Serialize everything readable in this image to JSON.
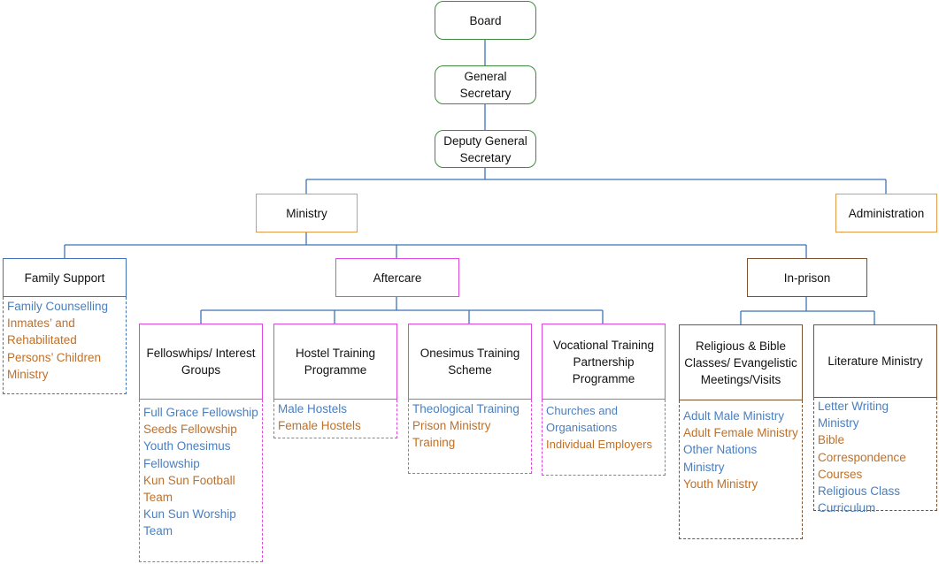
{
  "nodes": {
    "board": "Board",
    "general_secretary": "General Secretary",
    "deputy_general_secretary": "Deputy General Secretary",
    "ministry": "Ministry",
    "administration": "Administration",
    "family_support": "Family Support",
    "aftercare": "Aftercare",
    "in_prison": "In-prison",
    "fellowships": "Felloswhips/ Interest Groups",
    "hostel_training": "Hostel Training Programme",
    "onesimus_training": "Onesimus Training Scheme",
    "vocational_training": "Vocational Training Partnership Programme",
    "religious_bible": "Religious & Bible Classes/ Evangelistic Meetings/Visits",
    "literature_ministry": "Literature Ministry"
  },
  "lists": {
    "family_support": [
      {
        "text": "Family Counselling",
        "color": "blue"
      },
      {
        "text": "Inmates’ and Rehabilitated Persons’ Children Ministry",
        "color": "orange"
      }
    ],
    "fellowships": [
      {
        "text": "Full Grace Fellowship",
        "color": "blue"
      },
      {
        "text": "Seeds Fellowship",
        "color": "orange"
      },
      {
        "text": "Youth Onesimus Fellowship",
        "color": "blue"
      },
      {
        "text": "Kun Sun Football Team",
        "color": "orange"
      },
      {
        "text": "Kun Sun Worship Team",
        "color": "blue"
      }
    ],
    "hostel_training": [
      {
        "text": "Male Hostels",
        "color": "blue"
      },
      {
        "text": "Female Hostels",
        "color": "orange"
      }
    ],
    "onesimus_training": [
      {
        "text": "Theological Training",
        "color": "blue"
      },
      {
        "text": "Prison Ministry Training",
        "color": "orange"
      }
    ],
    "vocational_training": [
      {
        "text": "Churches and Organisations",
        "color": "blue"
      },
      {
        "text": "Individual Employers",
        "color": "orange"
      }
    ],
    "religious_bible": [
      {
        "text": "Adult Male Ministry",
        "color": "blue"
      },
      {
        "text": "Adult Female Ministry",
        "color": "orange"
      },
      {
        "text": "Other Nations Ministry",
        "color": "blue"
      },
      {
        "text": "Youth Ministry",
        "color": "orange"
      }
    ],
    "literature_ministry": [
      {
        "text": "Letter Writing Ministry",
        "color": "blue"
      },
      {
        "text": "Bible Correspondence Courses",
        "color": "orange"
      },
      {
        "text": "Religious Class Curriculum",
        "color": "blue"
      }
    ]
  },
  "colors": {
    "connector": "#3f72b8",
    "green": "#3f8a3f",
    "orange": "#e39a4a",
    "blue": "#3f72b8",
    "magenta": "#e046e0",
    "brown": "#7a5230",
    "text_blue": "#4a7fc0",
    "text_orange": "#c07028"
  }
}
